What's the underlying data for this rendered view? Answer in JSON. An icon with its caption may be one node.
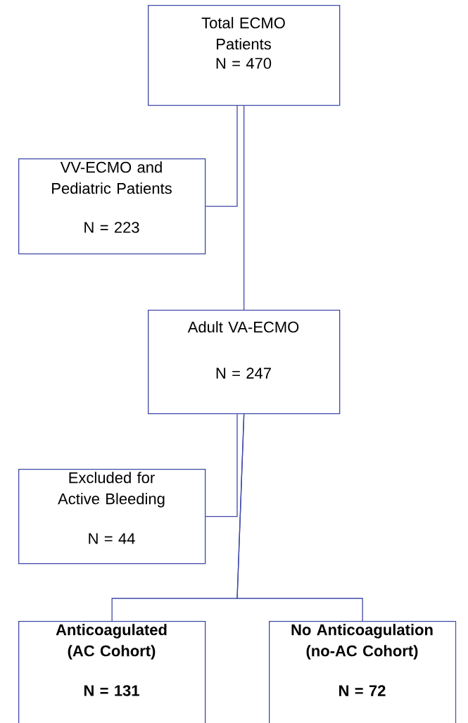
{
  "diagram": {
    "nodes": [
      {
        "text": [
          "Total ECMO Patients",
          "N = 470"
        ]
      },
      {
        "text": [
          "VV-ECMO and Pediatric Patients",
          "N = 223"
        ]
      },
      {
        "text": [
          "Adult VA-ECMO",
          "N = 247"
        ]
      },
      {
        "text": [
          "Excluded for Active Bleeding",
          "N = 44"
        ]
      },
      {
        "text": [
          "**Anticoagulated (AC Cohort)**",
          "**N = 131**"
        ]
      },
      {
        "text": [
          "**No Anticoagulation (no-AC Cohort)**",
          "**N = 72**"
        ]
      }
    ],
    "edges": [
      {
        "from": 0,
        "to": 2,
        "arrow": "none"
      },
      {
        "from": 0,
        "to": 1,
        "arrow": "none"
      },
      {
        "from": 2,
        "to": 3,
        "arrow": "none"
      },
      {
        "from": 2,
        "to": 4,
        "arrow": "none"
      },
      {
        "from": 2,
        "to": 5,
        "arrow": "none"
      }
    ]
  }
}
